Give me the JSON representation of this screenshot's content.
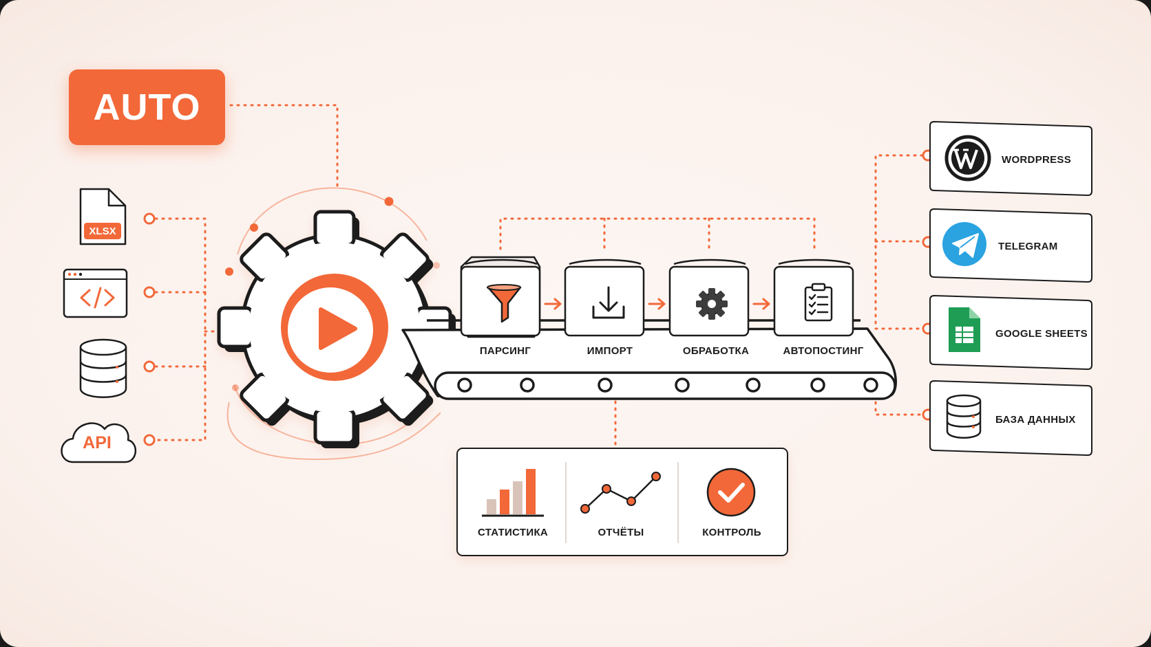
{
  "badge": {
    "label": "AUTO"
  },
  "sources": [
    {
      "id": "xlsx",
      "icon": "xlsx-file-icon",
      "label": "XLSX"
    },
    {
      "id": "code",
      "icon": "code-window-icon",
      "label": "</>"
    },
    {
      "id": "database",
      "icon": "database-icon"
    },
    {
      "id": "api",
      "icon": "cloud-api-icon",
      "label": "API"
    }
  ],
  "engine": {
    "icon": "gear-play-icon"
  },
  "stages": [
    {
      "id": "parsing",
      "label": "ПАРСИНГ",
      "icon": "funnel-icon"
    },
    {
      "id": "import",
      "label": "ИМПОРТ",
      "icon": "download-icon"
    },
    {
      "id": "processing",
      "label": "ОБРАБОТКА",
      "icon": "gear-icon"
    },
    {
      "id": "autoposting",
      "label": "АВТОПОСТИНГ",
      "icon": "clipboard-checklist-icon"
    }
  ],
  "outputs": [
    {
      "id": "wordpress",
      "label": "WORDPRESS",
      "icon": "wordpress-icon"
    },
    {
      "id": "telegram",
      "label": "TELEGRAM",
      "icon": "telegram-icon"
    },
    {
      "id": "google-sheets",
      "label": "GOOGLE SHEETS",
      "icon": "google-sheets-icon"
    },
    {
      "id": "database-out",
      "label": "БАЗА ДАННЫХ",
      "icon": "database-icon"
    }
  ],
  "analytics": [
    {
      "id": "statistics",
      "label": "СТАТИСТИКА",
      "icon": "bar-chart-icon"
    },
    {
      "id": "reports",
      "label": "ОТЧЁТЫ",
      "icon": "line-chart-icon"
    },
    {
      "id": "control",
      "label": "КОНТРОЛЬ",
      "icon": "check-circle-icon"
    }
  ],
  "colors": {
    "accent": "#f26839",
    "ink": "#1c1c1c",
    "background": "#fbf1ec",
    "telegram": "#2aa3e0",
    "sheets": "#1f9d55"
  }
}
